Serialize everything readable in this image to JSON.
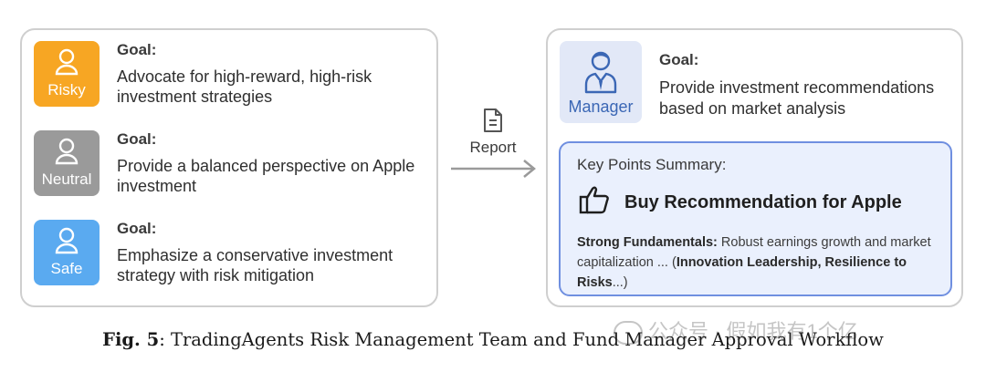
{
  "agents": [
    {
      "label": "Risky",
      "color": "#f7a623",
      "goal_title": "Goal:",
      "goal_text": "Advocate for high-reward, high-risk investment strategies"
    },
    {
      "label": "Neutral",
      "color": "#9a9a9a",
      "goal_title": "Goal:",
      "goal_text": "Provide a balanced perspective on Apple investment"
    },
    {
      "label": "Safe",
      "color": "#5aaaf0",
      "goal_title": "Goal:",
      "goal_text": "Emphasize a conservative investment strategy with risk mitigation"
    }
  ],
  "report_label": "Report",
  "manager": {
    "label": "Manager",
    "goal_title": "Goal:",
    "goal_text": "Provide investment recommendations based on market analysis"
  },
  "summary": {
    "title": "Key Points Summary:",
    "recommendation": "Buy Recommendation for Apple",
    "fundamentals_label": "Strong Fundamentals:",
    "fundamentals_text": " Robust earnings growth and market capitalization ... (",
    "bold_tail": "Innovation Leadership, Resilience to Risks",
    "tail": "...)"
  },
  "caption": {
    "fig": "Fig. 5",
    "text": ": TradingAgents Risk Management Team and Fund Manager Approval Workflow"
  },
  "watermark": "公众号 · 假如我有1个亿",
  "icons": {
    "agent": "person-icon",
    "report": "document-icon",
    "arrow": "arrow-right-icon",
    "manager": "manager-icon",
    "thumbs": "thumbs-up-icon"
  }
}
